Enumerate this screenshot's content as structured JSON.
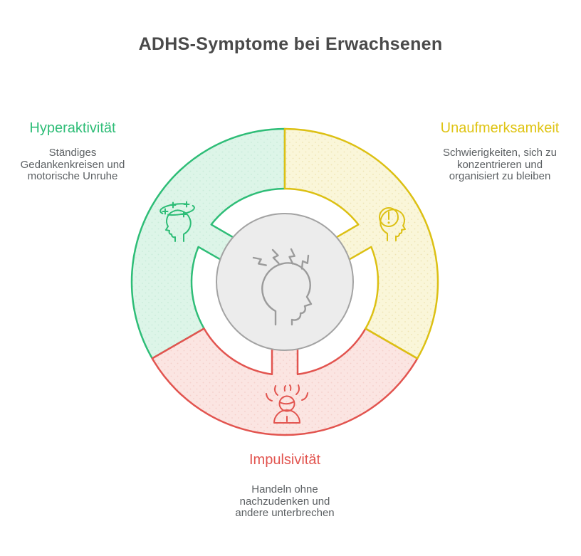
{
  "title": "ADHS-Symptome bei Erwachsenen",
  "theme": {
    "background": "#ffffff",
    "title_color": "#4a4a4a",
    "body_text_color": "#5c6063",
    "center_circle_fill": "#ececec",
    "center_circle_stroke": "#a3a3a3",
    "center_icon_stroke": "#9b9b9b"
  },
  "center": {
    "icon": "stressed-head-with-lightning-bolts-icon"
  },
  "segments": [
    {
      "id": "hyperaktivitaet",
      "label": "Hyperaktivität",
      "description": "Ständiges Gedankenkreisen und motorische Unruhe",
      "description_lines": [
        "Ständiges",
        "Gedankenkreisen und",
        "motorische Unruhe"
      ],
      "stroke_color": "#2ebd77",
      "fill_color": "#ddf5e8",
      "dot_color": "#c9ecd9",
      "icon": "dizzy-head-icon",
      "position": "upper-left"
    },
    {
      "id": "unaufmerksamkeit",
      "label": "Unaufmerksamkeit",
      "description": "Schwierigkeiten, sich zu konzentrieren und organisiert zu bleiben",
      "description_lines": [
        "Schwierigkeiten, sich zu",
        "konzentrieren und",
        "organisiert zu bleiben"
      ],
      "stroke_color": "#dcc013",
      "fill_color": "#faf6d9",
      "dot_color": "#efe5b4",
      "icon": "head-with-exclamation-icon",
      "position": "upper-right"
    },
    {
      "id": "impulsivitaet",
      "label": "Impulsivität",
      "description": "Handeln ohne nachzudenken und andere unterbrechen",
      "description_lines": [
        "Handeln ohne",
        "nachzudenken und",
        "andere unterbrechen"
      ],
      "stroke_color": "#e2544f",
      "fill_color": "#fbe5e2",
      "dot_color": "#f5d0ca",
      "icon": "angry-person-icon",
      "position": "bottom"
    }
  ]
}
